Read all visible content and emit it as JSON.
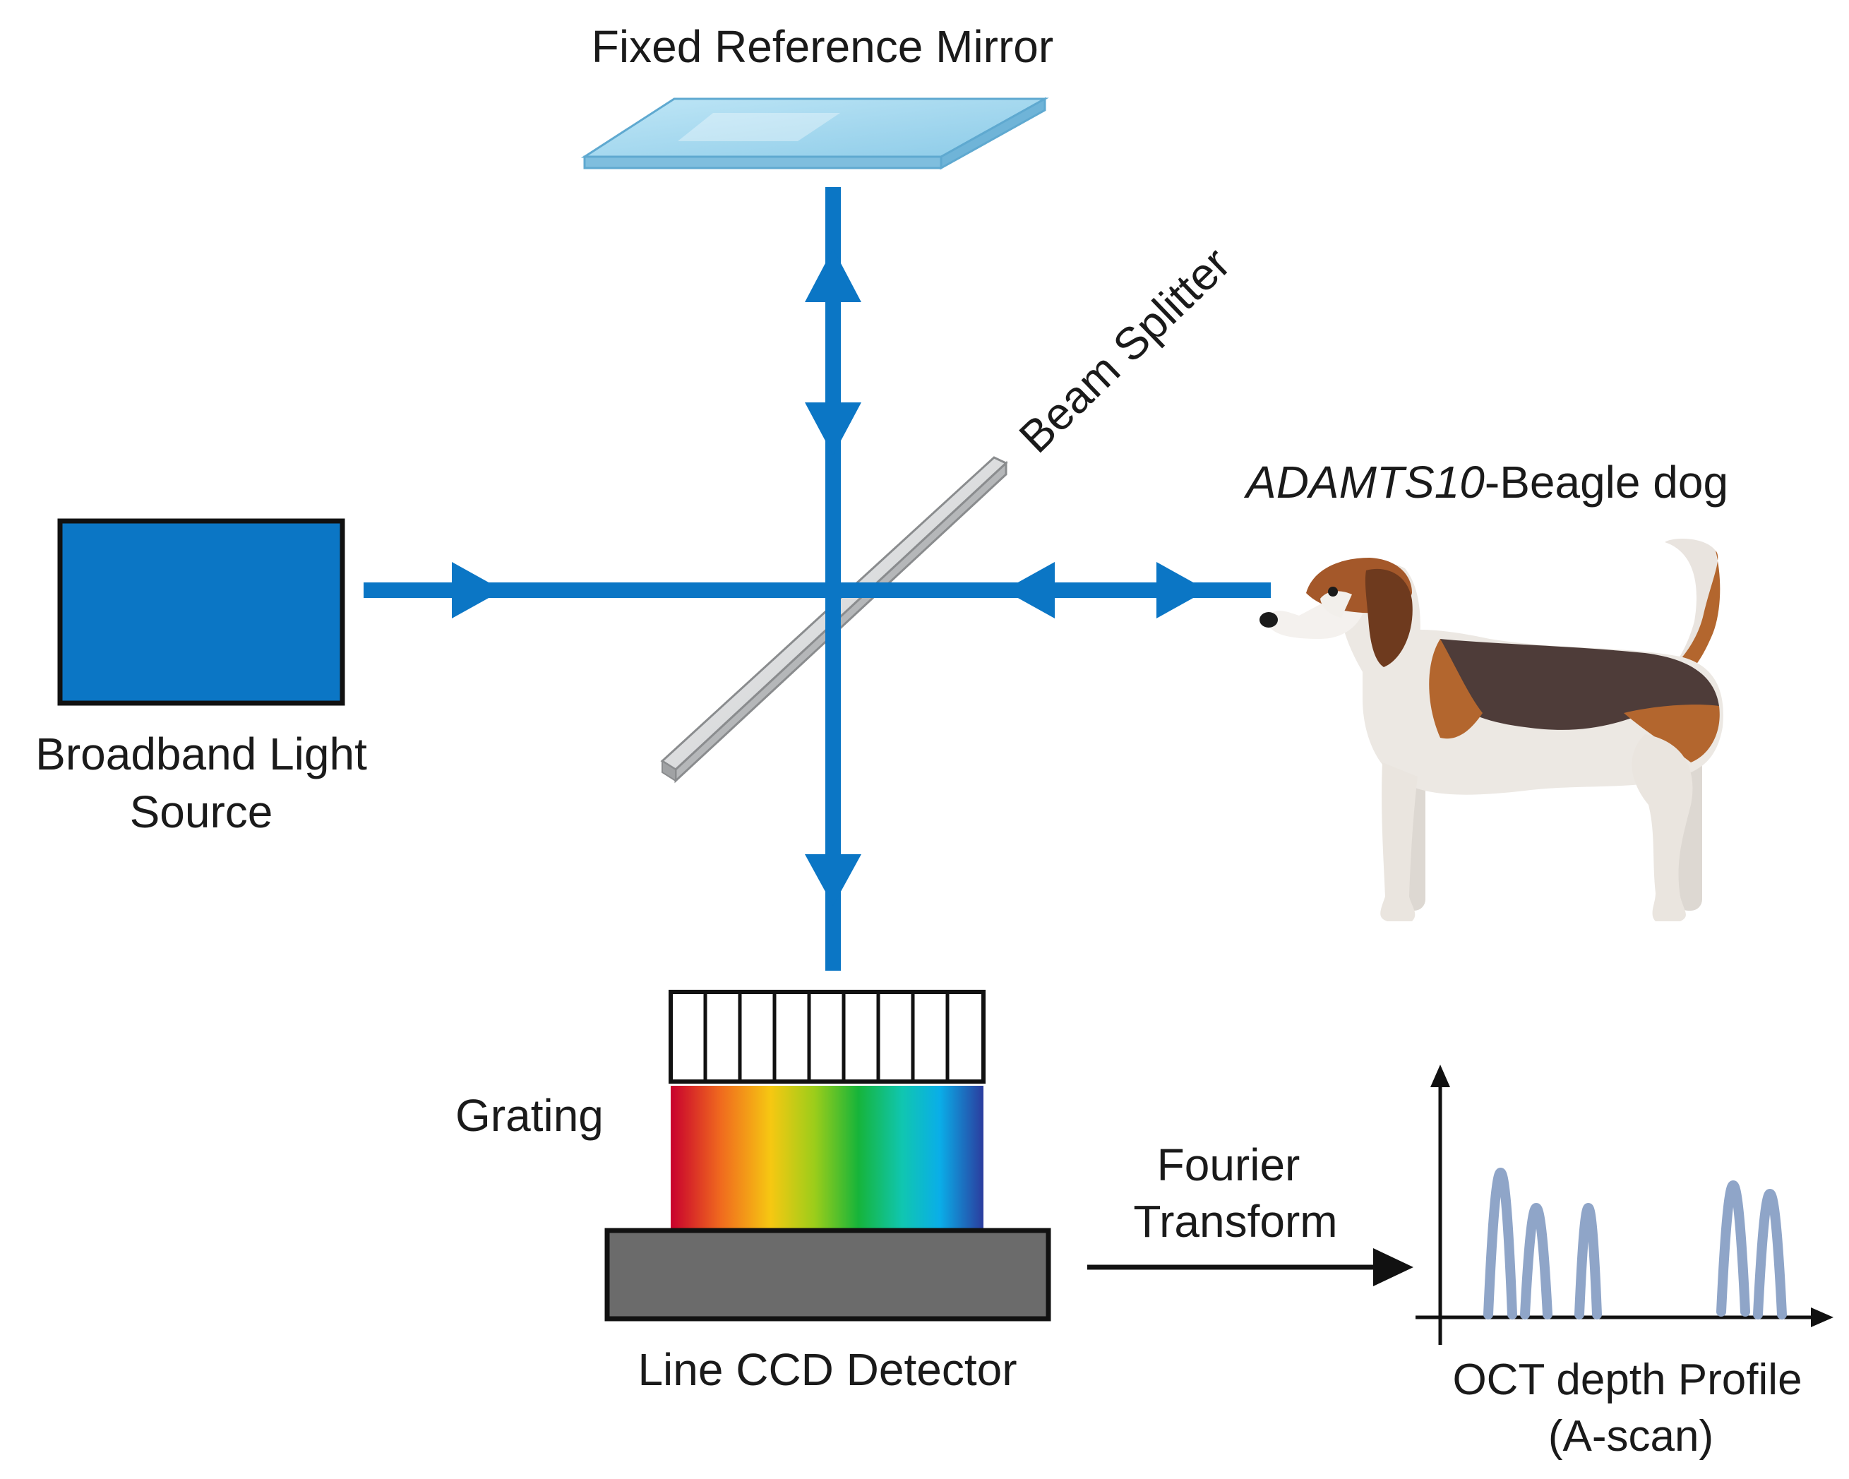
{
  "labels": {
    "fixed_reference_mirror": "Fixed Reference Mirror",
    "beam_splitter": "Beam Splitter",
    "dog_gene": "ADAMTS10",
    "dog_rest": "-Beagle dog",
    "light_source_line1": "Broadband Light",
    "light_source_line2": "Source",
    "grating": "Grating",
    "fourier_line1": "Fourier",
    "fourier_line2": "Transform",
    "detector": "Line CCD Detector",
    "profile_line1": "OCT depth Profile",
    "profile_line2": "(A-scan)"
  },
  "icons": {
    "light_source": "light-source-icon",
    "mirror": "mirror-icon",
    "beam_splitter": "beam-splitter-icon",
    "dog": "beagle-dog-icon",
    "grating": "grating-icon",
    "spectrum": "spectrum-icon",
    "detector": "ccd-detector-icon"
  },
  "colors": {
    "beam": "#0b76c5",
    "light_source": "#0b76c5",
    "mirror": "#9fd6ee",
    "splitter": "#d4d6d8",
    "detector": "#6b6b6b",
    "peaks": "#8fa5c8",
    "spectrum": [
      "#d1002f",
      "#f07020",
      "#f5c410",
      "#9acd1a",
      "#17b53a",
      "#10c8b0",
      "#0ab0e8",
      "#2a40a8"
    ]
  }
}
